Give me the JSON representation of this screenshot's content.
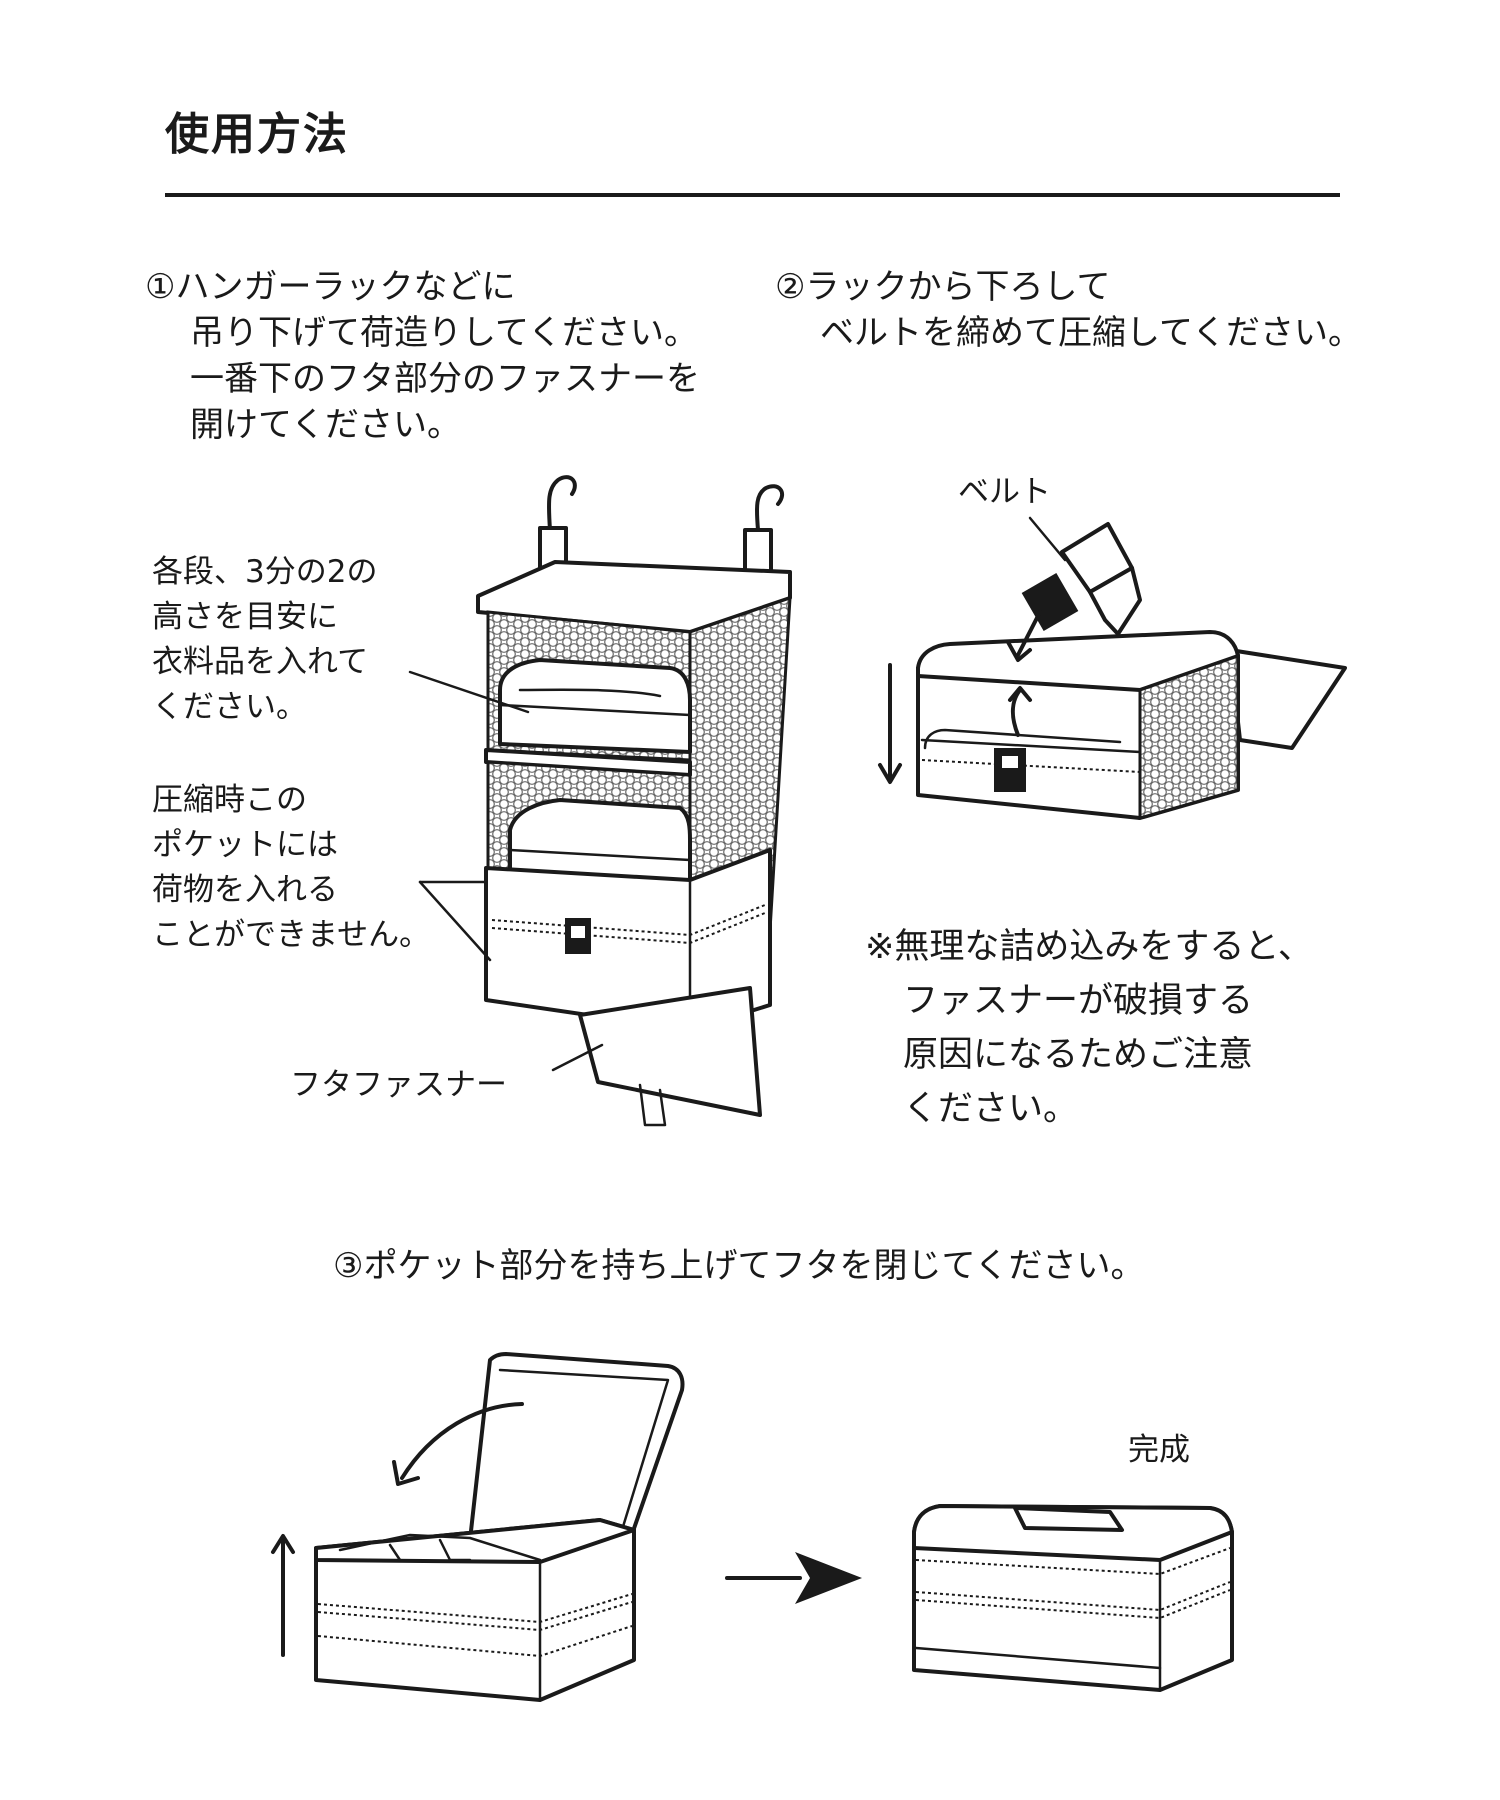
{
  "title": "使用方法",
  "step1": {
    "number": "①",
    "lines": [
      "ハンガーラックなどに",
      "吊り下げて荷造りしてください。",
      "一番下のフタ部分のファスナーを",
      "開けてください。"
    ]
  },
  "step2": {
    "number": "②",
    "lines": [
      "ラックから下ろして",
      "ベルトを締めて圧縮してください。"
    ]
  },
  "step3": {
    "number": "③",
    "text": "ポケット部分を持ち上げてフタを閉じてください。"
  },
  "labels": {
    "shelf_height": [
      "各段、3分の2の",
      "高さを目安に",
      "衣料品を入れて",
      "ください。"
    ],
    "pocket_warning": [
      "圧縮時この",
      "ポケットには",
      "荷物を入れる",
      "ことができません。"
    ],
    "lid_zipper": "フタファスナー",
    "belt": "ベルト",
    "complete": "完成"
  },
  "caution": {
    "lines": [
      "※無理な詰め込みをすると、",
      "ファスナーが破損する",
      "原因になるためご注意",
      "ください。"
    ]
  }
}
